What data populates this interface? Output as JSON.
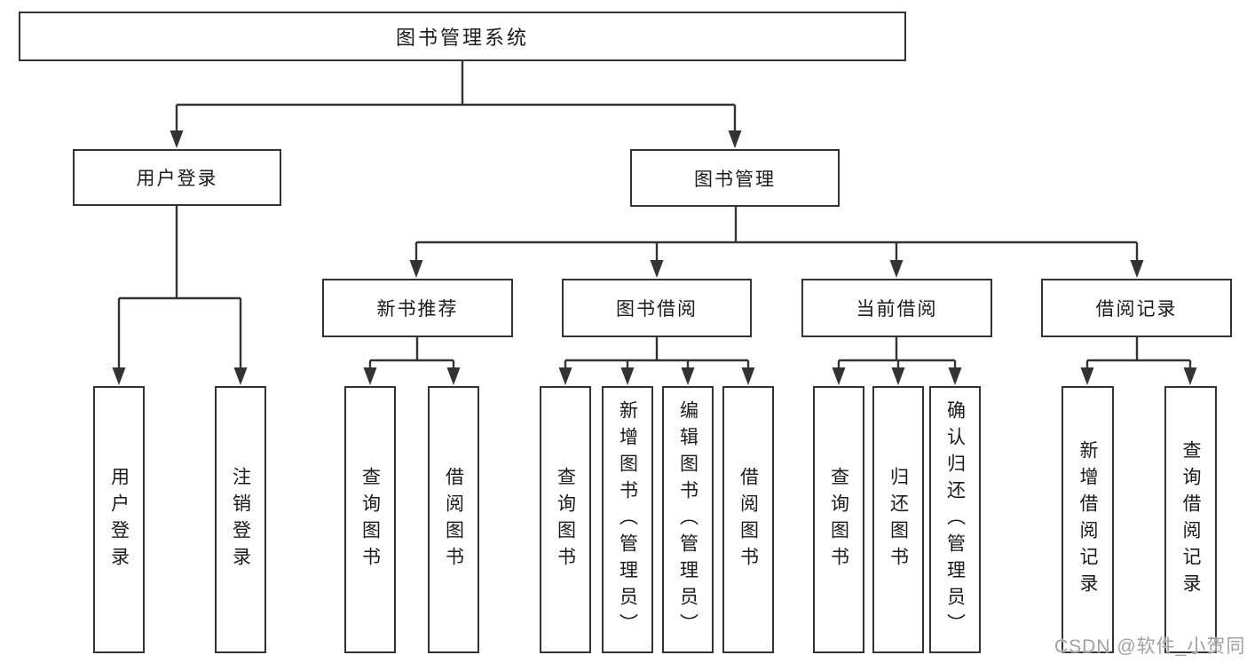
{
  "diagram": {
    "root": "图书管理系统",
    "branches": {
      "user_login": {
        "label": "用户登录",
        "children": [
          "用户登录",
          "注销登录"
        ]
      },
      "book_management": {
        "label": "图书管理",
        "sections": [
          {
            "label": "新书推荐",
            "children": [
              "查询图书",
              "借阅图书"
            ]
          },
          {
            "label": "图书借阅",
            "children": [
              "查询图书",
              "新增图书（管理员）",
              "编辑图书（管理员）",
              "借阅图书"
            ]
          },
          {
            "label": "当前借阅",
            "children": [
              "查询图书",
              "归还图书",
              "确认归还（管理员）"
            ]
          },
          {
            "label": "借阅记录",
            "children": [
              "新增借阅记录",
              "查询借阅记录"
            ]
          }
        ]
      }
    },
    "watermark": "CSDN @软件_小贺同学",
    "colors": {
      "line": "#333333",
      "text": "#1a1a1a",
      "background": "#ffffff",
      "watermark": "#989898"
    }
  }
}
